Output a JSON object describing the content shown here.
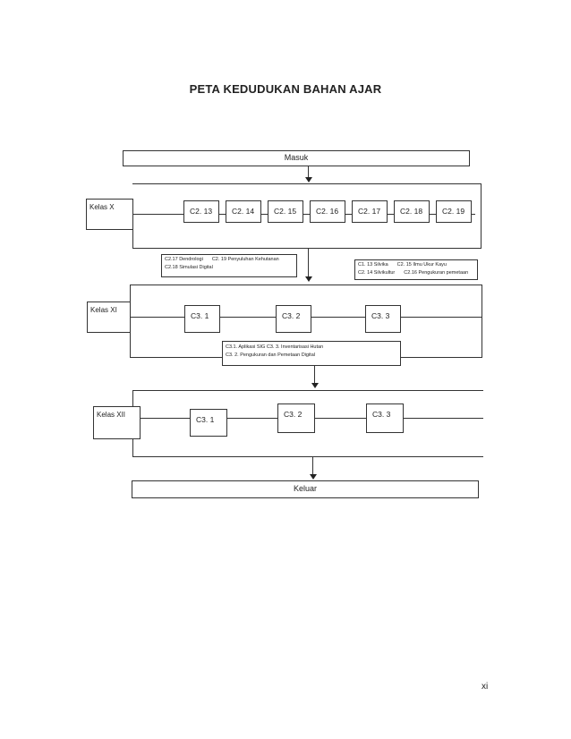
{
  "page": {
    "title": "PETA KEDUDUKAN BAHAN AJAR",
    "page_number": "xi"
  },
  "diagram": {
    "masuk": "Masuk",
    "keluar": "Keluar",
    "kelas_x": {
      "label": "Kelas X",
      "items": [
        "C2. 13",
        "C2. 14",
        "C2. 15",
        "C2. 16",
        "C2. 17",
        "C2. 18",
        "C2. 19"
      ]
    },
    "note_x_left": {
      "line1a": "C2.17 Dendrologi",
      "line1b": "C2. 19 Penyuluhan Kehutanan",
      "line2": "C2.18 Simulasi Digital"
    },
    "note_x_right": {
      "line1a": "C1. 13 Silvika",
      "line1b": "C2. 15 Ilmu Ukur Kayu",
      "line2a": "C2. 14 Silvikultur",
      "line2b": "C2.16 Pengukuran pemetaan"
    },
    "kelas_xi": {
      "label": "Kelas XI",
      "items": [
        "C3. 1",
        "C3. 2",
        "C3. 3"
      ]
    },
    "note_xi": {
      "line1": "C3.1. Aplikasi SIG C3. 3. Inventarisasi Hutan",
      "line2": "C3. 2. Pengukuran dan Pemetaan Digital"
    },
    "kelas_xii": {
      "label": "Kelas XII",
      "items": [
        "C3. 1",
        "C3. 2",
        "C3. 3"
      ]
    }
  }
}
